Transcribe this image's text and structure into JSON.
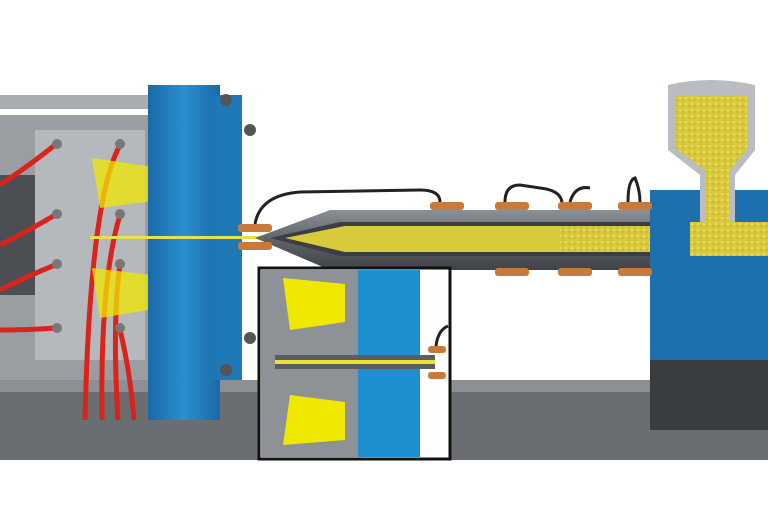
{
  "colors": {
    "background": "#ffffff",
    "mold_plate": "#1e7fc0",
    "frame": "#8a8d91",
    "base": "#5b5f63",
    "heater_band": "#c87a3c",
    "hose": "#d9231b",
    "resin": "#e8d84a",
    "product": "#f0e800",
    "barrel": "#6f7378",
    "inset_border": "#111111"
  },
  "icons": [
    "injection-molding-machine",
    "plastic-cup",
    "screw",
    "hopper",
    "heater-band",
    "detail-inset"
  ]
}
